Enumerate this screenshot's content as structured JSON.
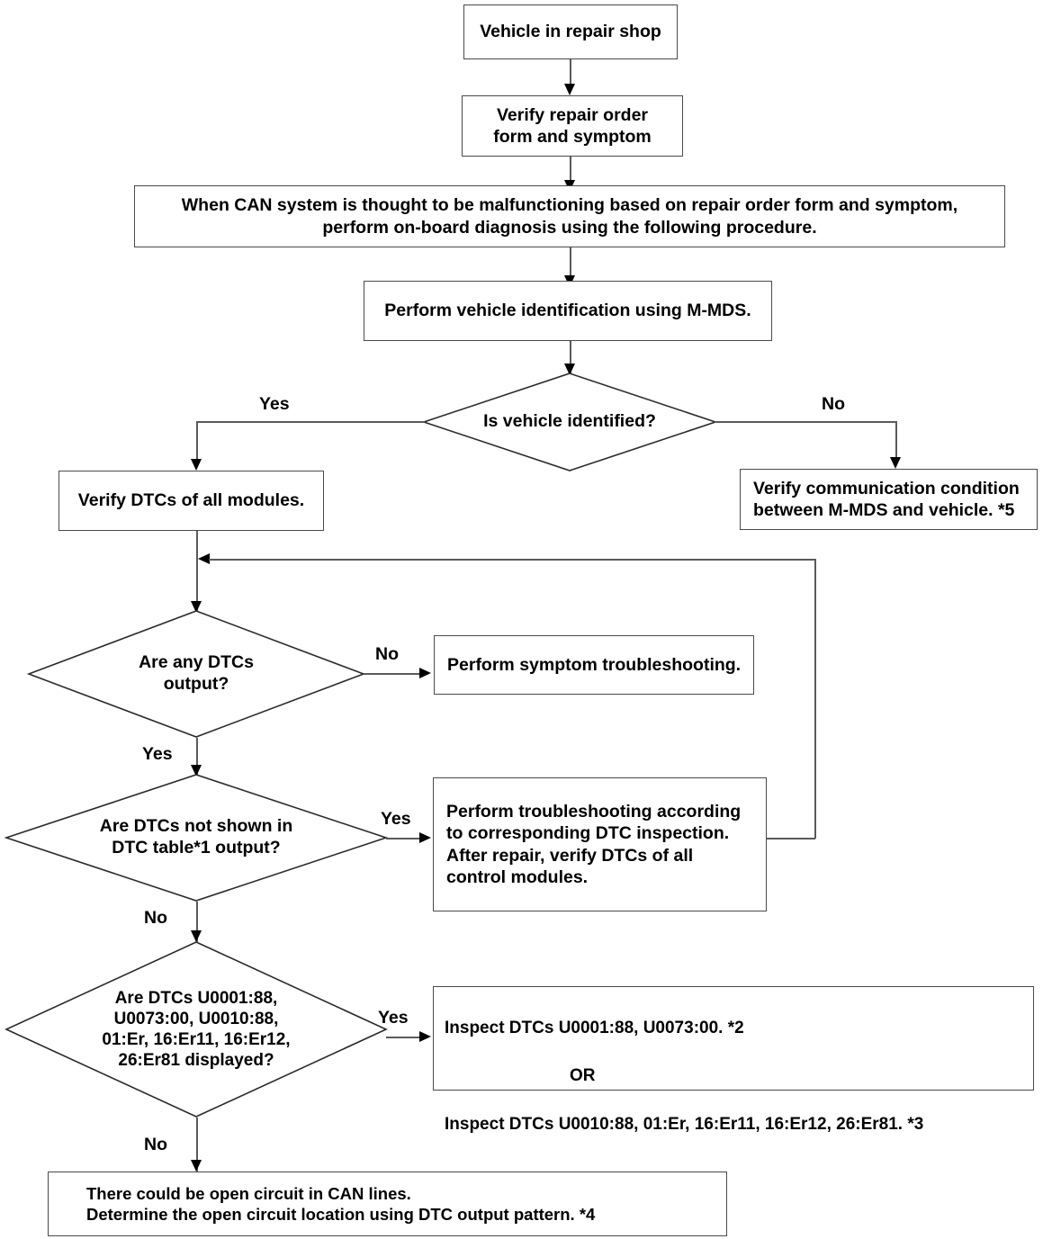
{
  "diagram": {
    "title": "CAN system on-board diagnosis flowchart",
    "type": "flowchart",
    "nodes": {
      "start": {
        "label": "Vehicle in repair shop",
        "shape": "process"
      },
      "verify_ro": {
        "label": "Verify repair order\nform and symptom",
        "shape": "process"
      },
      "can_note": {
        "label": "When CAN system is thought to be malfunctioning based on repair order form and symptom,\nperform on-board diagnosis using the following procedure.",
        "shape": "process"
      },
      "vehicle_id": {
        "label": "Perform vehicle identification using M-MDS.",
        "shape": "process"
      },
      "is_identified": {
        "label": "Is vehicle identified?",
        "shape": "decision"
      },
      "verify_dtcs": {
        "label": "Verify DTCs of all modules.",
        "shape": "process"
      },
      "verify_comm": {
        "label": "Verify communication condition\nbetween M-MDS and vehicle. *5",
        "shape": "process"
      },
      "any_dtcs": {
        "label": "Are any DTCs\noutput?",
        "shape": "decision"
      },
      "symptom_ts": {
        "label": "Perform symptom troubleshooting.",
        "shape": "process"
      },
      "not_in_table": {
        "label": "Are DTCs not shown in\nDTC table*1 output?",
        "shape": "decision"
      },
      "perform_ts": {
        "label": "Perform troubleshooting according\nto corresponding DTC inspection.\nAfter repair, verify DTCs of all\ncontrol modules.",
        "shape": "process"
      },
      "dtc_list_q": {
        "label": "Are DTCs U0001:88,\nU0073:00, U0010:88,\n01:Er, 16:Er11, 16:Er12,\n26:Er81 displayed?",
        "shape": "decision"
      },
      "inspect_line1": {
        "label": "Inspect DTCs U0001:88, U0073:00.  *2"
      },
      "inspect_or": {
        "label": "OR"
      },
      "inspect_line2": {
        "label": "Inspect DTCs U0010:88, 01:Er, 16:Er11, 16:Er12, 26:Er81.  *3"
      },
      "open_circuit": {
        "label": "There could be open circuit in CAN lines.\nDetermine the open circuit location using DTC output pattern.   *4",
        "shape": "process"
      }
    },
    "edge_labels": {
      "identified_yes": "Yes",
      "identified_no": "No",
      "any_dtcs_no": "No",
      "any_dtcs_yes": "Yes",
      "not_in_table_yes": "Yes",
      "not_in_table_no": "No",
      "dtc_list_yes": "Yes",
      "dtc_list_no": "No"
    },
    "colors": {
      "border": "#4a4a4a",
      "line": "#5a5a5a",
      "text": "#000000",
      "background": "#ffffff"
    }
  }
}
